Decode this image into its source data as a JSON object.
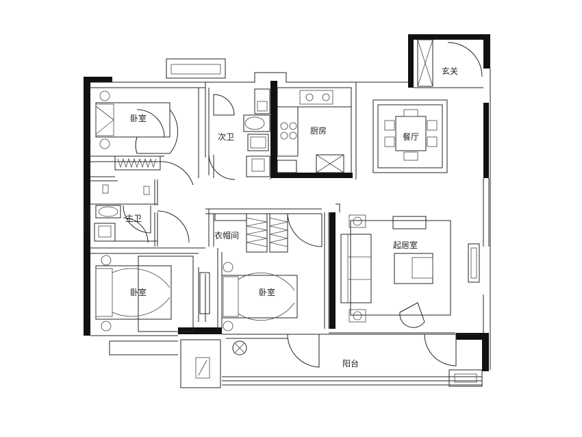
{
  "rooms": {
    "entry": "玄关",
    "dining": "餐厅",
    "kitchen": "厨房",
    "second_bath": "次卫",
    "bedroom_top": "卧室",
    "master_bath": "主卫",
    "closet": "衣帽间",
    "living": "起居室",
    "bedroom_bottom_left": "卧室",
    "bedroom_bottom_mid": "卧室",
    "balcony": "阳台"
  },
  "colors": {
    "wall": "#111111",
    "line": "#222222"
  }
}
